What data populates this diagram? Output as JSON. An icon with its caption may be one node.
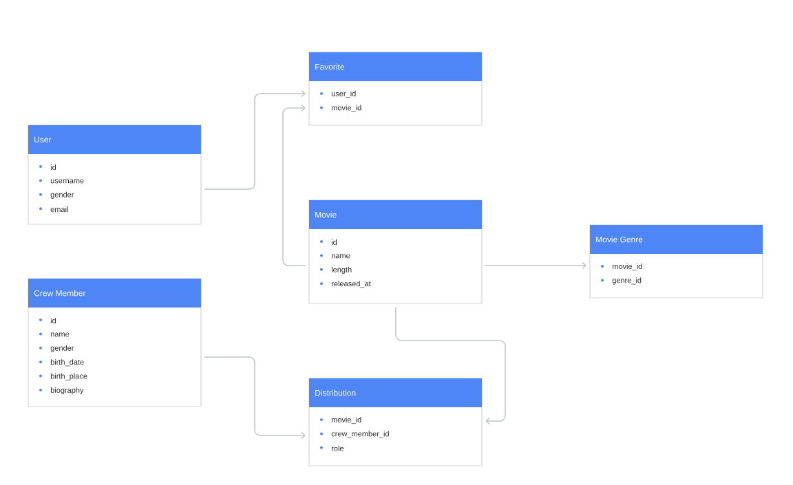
{
  "diagram": {
    "nodes": [
      {
        "text": [
          "Favorite",
          "user_id",
          "movie_id"
        ]
      },
      {
        "text": [
          "User",
          "id",
          "username",
          "gender",
          "email"
        ]
      },
      {
        "text": [
          "Movie",
          "id",
          "name",
          "length",
          "released_at"
        ]
      },
      {
        "text": [
          "Movie Genre",
          "movie_id",
          "genre_id"
        ]
      },
      {
        "text": [
          "Crew Member",
          "id",
          "name",
          "gender",
          "birth_date",
          "birth_place",
          "biography"
        ]
      },
      {
        "text": [
          "Distribution",
          "movie_id",
          "crew_member_id",
          "role"
        ]
      }
    ],
    "edges": [
      {
        "from": 1,
        "to": 0,
        "arrow": "to"
      },
      {
        "from": 2,
        "to": 0,
        "arrow": "to"
      },
      {
        "from": 2,
        "to": 3,
        "arrow": "to"
      },
      {
        "from": 2,
        "to": 5,
        "arrow": "to"
      },
      {
        "from": 4,
        "to": 5,
        "arrow": "to"
      }
    ]
  }
}
